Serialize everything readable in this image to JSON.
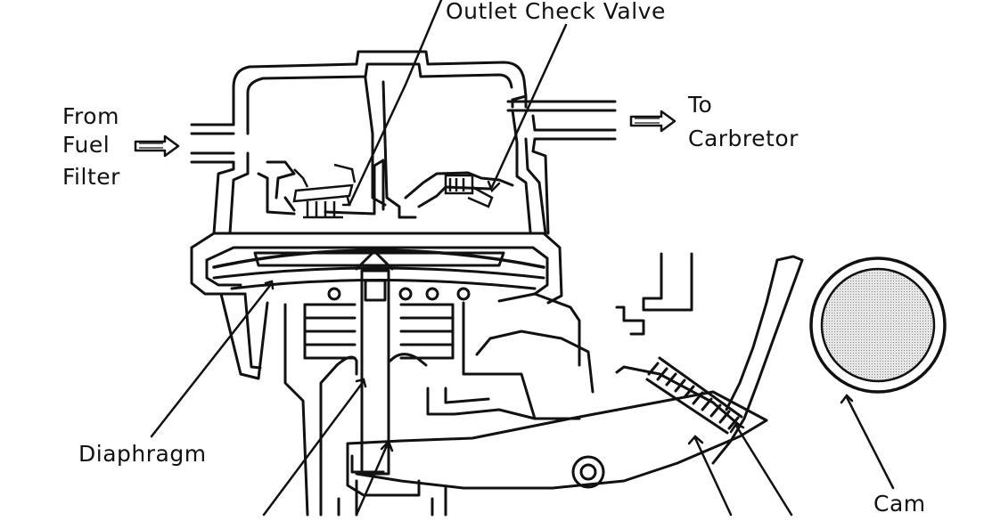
{
  "labels": {
    "outlet_check_valve": "Outlet Check Valve",
    "from_fuel_filter": [
      "From",
      "Fuel",
      "Filter"
    ],
    "to_carburetor": [
      "To",
      "Carbretor"
    ],
    "diaphragm": "Diaphragm",
    "cam": "Cam"
  },
  "colors": {
    "ink": "#111111",
    "shade": "#c8c8c8",
    "paper": "#ffffff"
  }
}
